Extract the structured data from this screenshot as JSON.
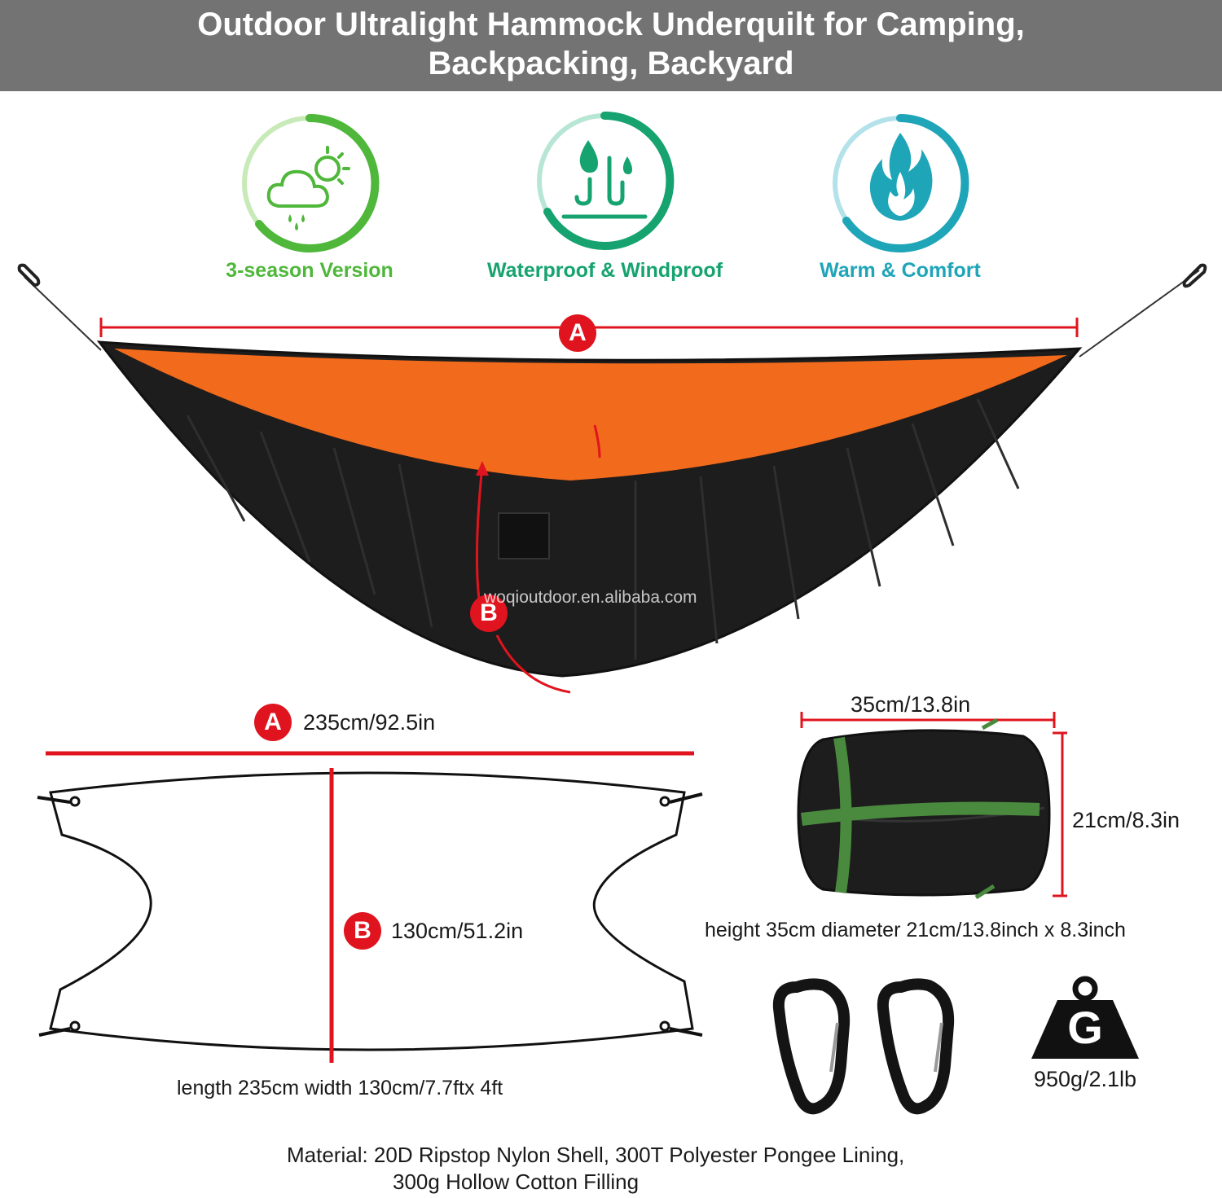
{
  "header": {
    "title_line1": "Outdoor Ultralight Hammock Underquilt for Camping,",
    "title_line2": "Backpacking, Backyard"
  },
  "features": [
    {
      "label": "3-season Version",
      "icon": "cloud-sun-rain-icon",
      "color": "#4fb73a"
    },
    {
      "label": "Waterproof & Windproof",
      "icon": "water-drops-icon",
      "color": "#16a36f"
    },
    {
      "label": "Warm & Comfort",
      "icon": "flame-icon",
      "color": "#1fa5b8"
    }
  ],
  "markers": {
    "a": "A",
    "b": "B"
  },
  "watermark": "woqioutdoor.en.alibaba.com",
  "dimensions": {
    "length": "235cm/92.5in",
    "width": "130cm/51.2in",
    "size_caption": "length 235cm width 130cm/7.7ftx 4ft",
    "pack_width": "35cm/13.8in",
    "pack_height": "21cm/8.3in",
    "pack_caption": "height 35cm diameter 21cm/13.8inch x 8.3inch"
  },
  "weight": {
    "letter": "G",
    "value": "950g/2.1lb"
  },
  "material": {
    "line1": "Material: 20D Ripstop Nylon Shell, 300T Polyester Pongee Lining,",
    "line2": "300g Hollow Cotton Filling"
  },
  "colors": {
    "accent_red": "#e0141e",
    "header_gray": "#737373",
    "quilt_black": "#1d1d1d",
    "lining_orange": "#f26a1b",
    "strap_green": "#4a8a3e"
  }
}
